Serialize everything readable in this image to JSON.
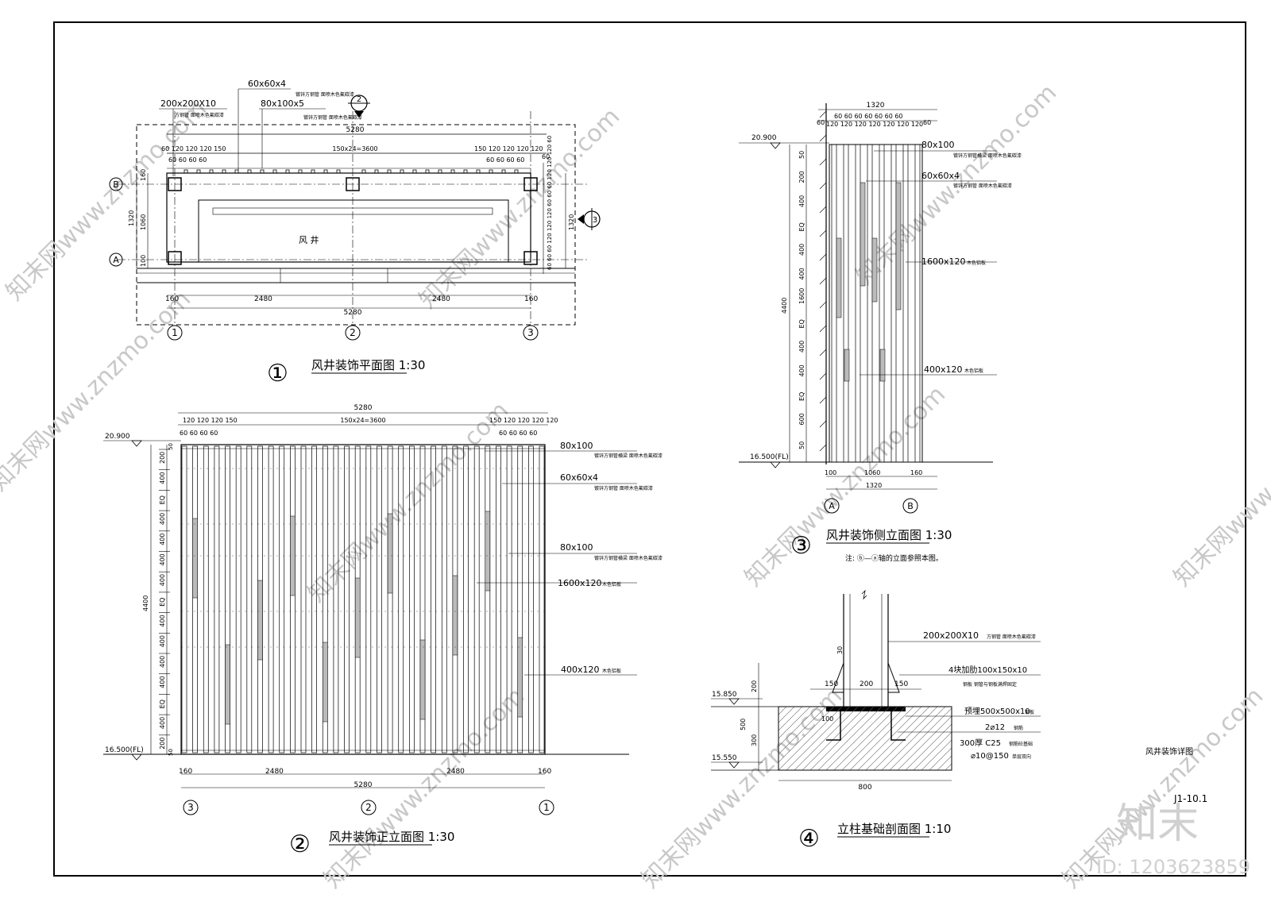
{
  "sheet": {
    "drawing_title": "风井装饰详图",
    "drawing_number": "J1-10.1",
    "brand_logo": "知末",
    "id_label": "ID: 1203623859",
    "watermark": "知末网www.znzmo.com"
  },
  "plan": {
    "number": "①",
    "title": "风井装饰平面图 1:30",
    "shaft_label": "风 井",
    "callout_1": "60x60x4",
    "callout_1_note": "镀锌方钢管 面喷木色氟碳漆",
    "callout_2": "200x200X10",
    "callout_2_note": "方钢管 面喷木色氟碳漆",
    "callout_3": "80x100x5",
    "callout_3_note": "镀锌方钢管 面喷木色氟碳漆",
    "section_mark_2": "2",
    "section_mark_3": "3",
    "dim_total": "5280",
    "dim_top_left": "60 120 120 120 150",
    "dim_top_left_2": "60 60 60 60",
    "dim_mid": "150x24=3600",
    "dim_top_right": "150 120 120 120 120",
    "dim_top_right_2": "60 60 60 60",
    "dim_60": "60",
    "dim_1320": "1320",
    "dim_160": "160",
    "dim_1060": "1060",
    "dim_100": "100",
    "dim_right_stack": "60 60 60 120 120 120 60 60 60 120 120 120 60",
    "dim_bot_160": "160",
    "dim_bot_2480_a": "2480",
    "dim_bot_2480_b": "2480",
    "dim_bot_160_b": "160",
    "dim_bot_total": "5280",
    "axis_b": "B",
    "axis_a": "A",
    "axis_1": "1",
    "axis_2": "2",
    "axis_3": "3"
  },
  "front": {
    "number": "②",
    "title": "风井装饰正立面图 1:30",
    "level_top": "20.900",
    "level_bot": "16.500(FL)",
    "dim_total": "5280",
    "dim_top_left": "120 120 120 150",
    "dim_top_left_2": "60 60 60 60",
    "dim_mid": "150x24=3600",
    "dim_top_right": "150 120 120 120 120",
    "dim_top_right_2": "60 60 60 60",
    "left_dims": [
      "200",
      "400",
      "EQ",
      "400",
      "400",
      "400",
      "400",
      "EQ",
      "400",
      "400",
      "400",
      "400",
      "EQ",
      "400",
      "200"
    ],
    "dim_4400": "4400",
    "dim_50_top": "50",
    "dim_50_bot": "50",
    "label_1": "80x100",
    "label_1_note": "镀锌方钢管横梁 面喷木色氟碳漆",
    "label_2": "60x60x4",
    "label_2_note": "镀锌方钢管 面喷木色氟碳漆",
    "label_3": "80x100",
    "label_3_note": "镀锌方钢管横梁 面喷木色氟碳漆",
    "label_4": "1600x120",
    "label_4_note": "木色铝板",
    "label_5": "400x120",
    "label_5_note": "木色铝板",
    "dim_bot_160": "160",
    "dim_bot_2480_a": "2480",
    "dim_bot_2480_b": "2480",
    "dim_bot_160_b": "160",
    "dim_bot_total": "5280",
    "axis_3": "3",
    "axis_2": "2",
    "axis_1": "1"
  },
  "side": {
    "number": "③",
    "title": "风井装饰侧立面图 1:30",
    "note": "注: ⓑ—ⓐ轴的立面参照本图。",
    "level_top": "20.900",
    "level_bot": "16.500(FL)",
    "dim_1320_top": "1320",
    "dim_top_row": "60 60 60 60 60 60 60",
    "dim_top_row_2": "120 120 120 120 120 120 120",
    "dim_60_l": "60",
    "dim_60_r": "60",
    "left_dims": [
      "50",
      "200",
      "400",
      "EQ",
      "400",
      "400",
      "1600",
      "EQ",
      "400",
      "400",
      "EQ",
      "600",
      "50"
    ],
    "dim_4400": "4400",
    "label_1": "80x100",
    "label_1_note": "镀锌方钢管横梁 面喷木色氟碳漆",
    "label_2": "60x60x4",
    "label_2_note": "镀锌方钢管 面喷木色氟碳漆",
    "label_3": "1600x120",
    "label_3_note": "木色铝板",
    "label_4": "400x120",
    "label_4_note": "木色铝板",
    "dim_bot_100": "100",
    "dim_bot_1060": "1060",
    "dim_bot_160": "160",
    "dim_bot_1320": "1320",
    "axis_a": "A",
    "axis_b": "B"
  },
  "detail": {
    "number": "④",
    "title": "立柱基础剖面图 1:10",
    "label_1": "200x200X10",
    "label_1_note": "方钢管 面喷木色氟碳漆",
    "label_2": "4块加肋100x150x10",
    "label_2_note": "钢板 钢管与钢板满焊固定",
    "label_3": "预埋500x500x10",
    "label_3_note": "钢板",
    "label_4": "2⌀12",
    "label_4_note": "钢筋",
    "label_5": "300厚 C25",
    "label_5_note": "钢筋砼基础",
    "label_6": "⌀10@150",
    "label_6_note": "单层双向",
    "level_1": "15.850",
    "level_2": "15.550",
    "dim_200": "200",
    "dim_500": "500",
    "dim_300": "300",
    "dim_150_l": "150",
    "dim_200_m": "200",
    "dim_150_r": "150",
    "dim_30": "30",
    "dim_100": "100",
    "dim_800": "800"
  }
}
